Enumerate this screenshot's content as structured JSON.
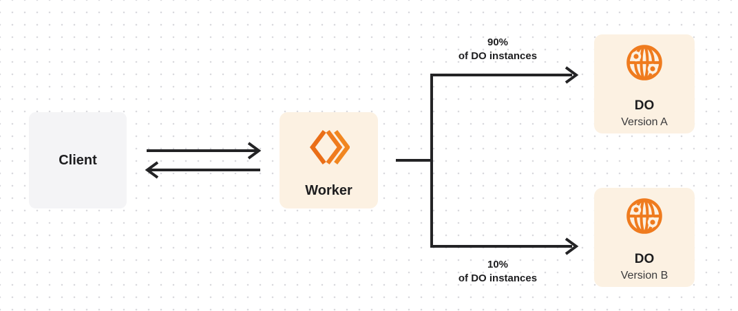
{
  "diagram": {
    "client": {
      "label": "Client"
    },
    "worker": {
      "label": "Worker"
    },
    "branch_top": {
      "percent": "90%",
      "caption": "of DO instances"
    },
    "branch_bottom": {
      "percent": "10%",
      "caption": "of DO instances"
    },
    "do_a": {
      "title": "DO",
      "subtitle": "Version A"
    },
    "do_b": {
      "title": "DO",
      "subtitle": "Version B"
    }
  },
  "colors": {
    "accent_orange": "#EF7B1E",
    "node_cream": "#FCF1E2",
    "node_gray": "#F4F4F6",
    "connector_dark": "#232325",
    "text_dark": "#1D1D1F",
    "text_secondary": "#39393B",
    "grid_dot": "#D9D9DD"
  }
}
